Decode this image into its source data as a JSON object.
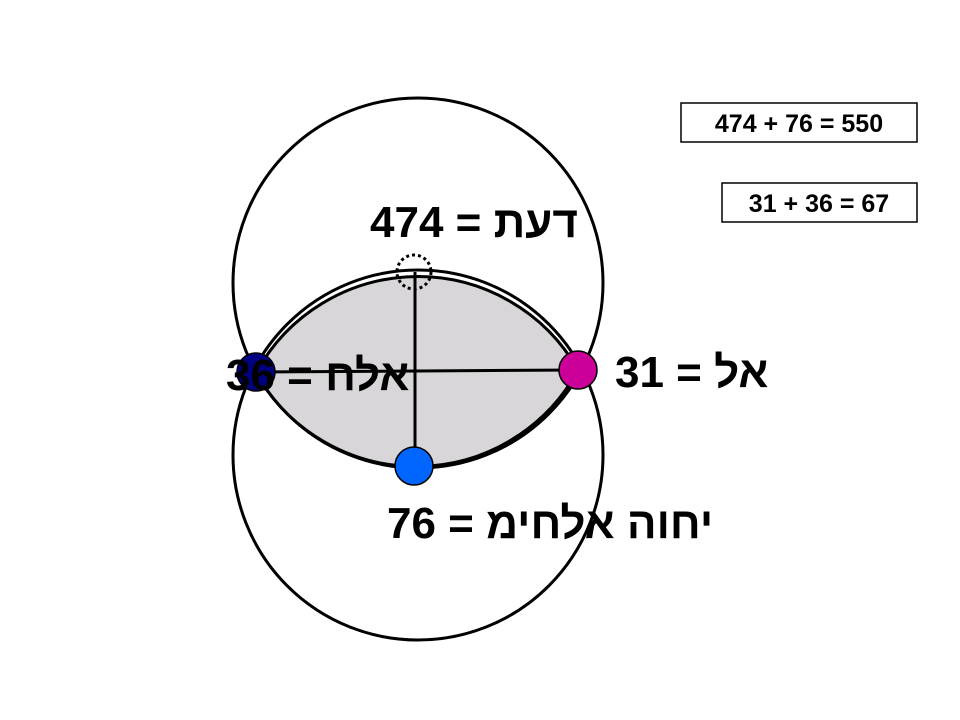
{
  "labels": {
    "top": {
      "word": "דעת",
      "value": "474"
    },
    "left": {
      "word": "אלח",
      "value": "36"
    },
    "right": {
      "word": "אל",
      "value": "31"
    },
    "bottom": {
      "word": "יחוה אלחימ",
      "value": "76"
    }
  },
  "equations": {
    "sum_large": "474 + 76 = 550",
    "sum_small": "31 + 36 = 67"
  },
  "colors": {
    "left_node": "#000080",
    "right_node": "#cc0099",
    "bottom_node": "#0066ff",
    "lens_fill": "#d9d6d9",
    "stroke": "#000000"
  }
}
